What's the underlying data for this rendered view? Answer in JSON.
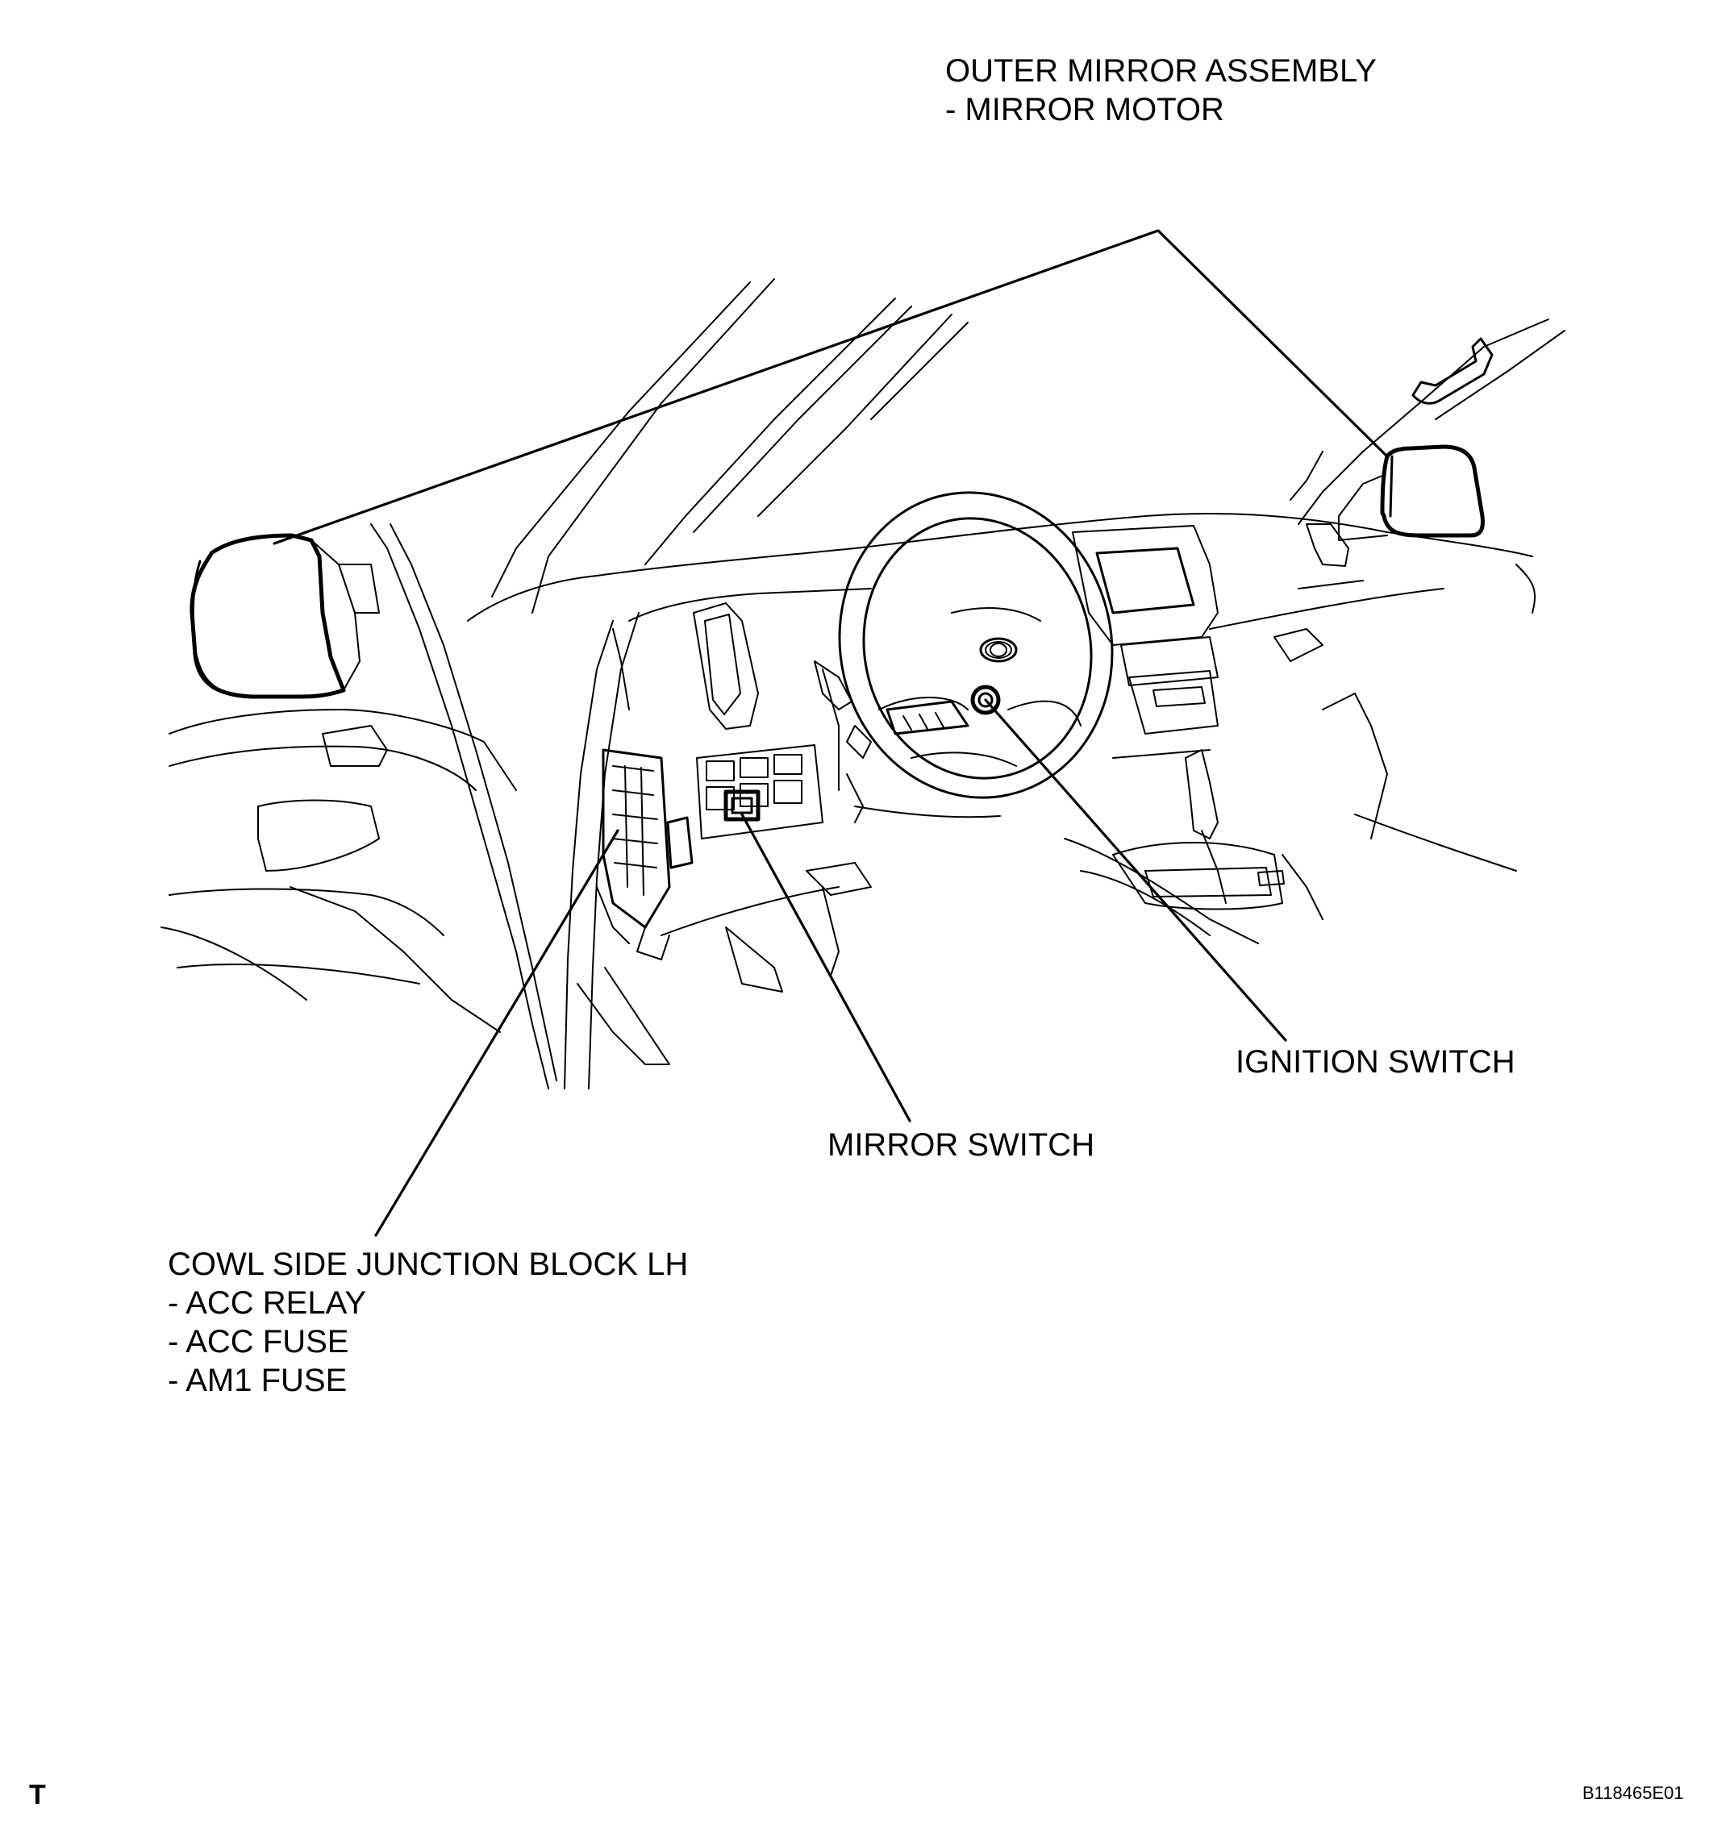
{
  "labels": {
    "outer_mirror": [
      "OUTER MIRROR ASSEMBLY",
      "- MIRROR MOTOR"
    ],
    "ignition_switch": [
      "IGNITION SWITCH"
    ],
    "mirror_switch": [
      "MIRROR SWITCH"
    ],
    "cowl_block": [
      "COWL SIDE JUNCTION BLOCK LH",
      "- ACC RELAY",
      "- ACC FUSE",
      "- AM1 FUSE"
    ]
  },
  "footer": {
    "corner_mark": "T",
    "figure_id": "B118465E01"
  }
}
